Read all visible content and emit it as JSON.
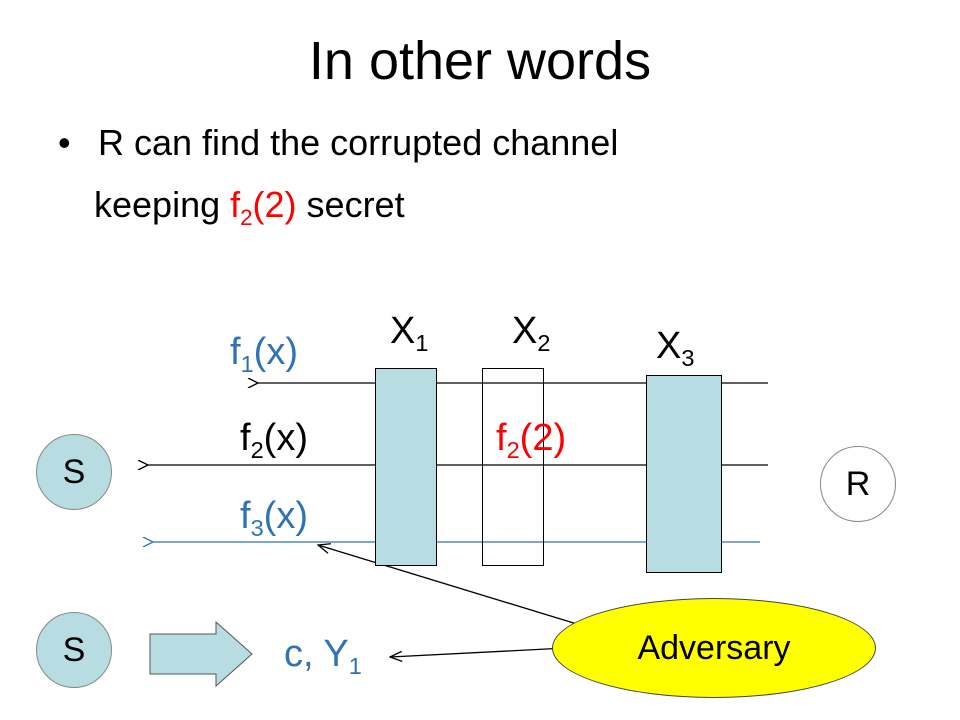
{
  "slide": {
    "title": "In other words",
    "bullet_text": "R can find the corrupted channel",
    "continuation_prefix": "keeping ",
    "continuation_f": "f",
    "continuation_sub": "2",
    "continuation_arg": "(2)",
    "continuation_suffix": " secret"
  },
  "diagram": {
    "players": [
      {
        "x": "X",
        "sub": "1"
      },
      {
        "x": "X",
        "sub": "2"
      },
      {
        "x": "X",
        "sub": "3"
      }
    ],
    "channels": [
      {
        "f": "f",
        "sub": "1",
        "arg": "(x)"
      },
      {
        "f": "f",
        "sub": "2",
        "arg": "(x)"
      },
      {
        "f": "f",
        "sub": "3",
        "arg": "(x)"
      }
    ],
    "leaked": {
      "f": "f",
      "sub": "2",
      "arg": "(2)"
    },
    "sender_label": "S",
    "receiver_label": "R",
    "sender2_label": "S",
    "adversary_label": "Adversary",
    "output": {
      "prefix": "c, Y",
      "sub": "1"
    },
    "colors": {
      "red": "#ff0000",
      "blue": "#2e74b5",
      "player_fill": "#b7dde2",
      "adversary_fill": "#ffff00"
    }
  }
}
